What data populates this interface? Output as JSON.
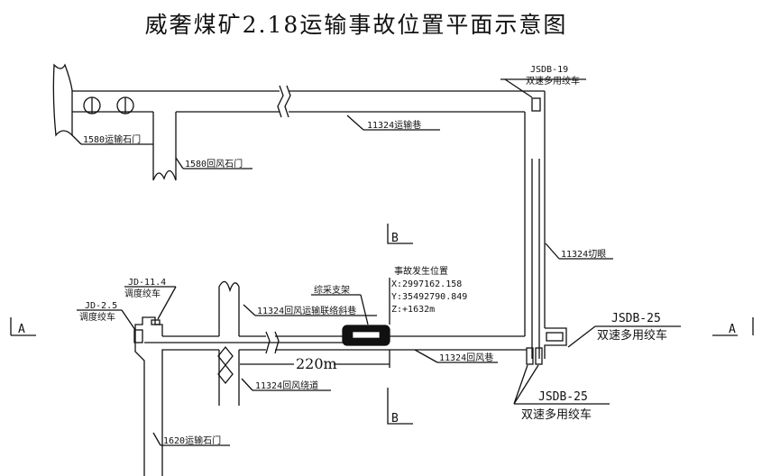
{
  "title": "威奢煤矿2.18运输事故位置平面示意图",
  "labels": {
    "jsdb19_code": "JSDB-19",
    "jsdb19_name": "双速多用绞车",
    "transport_roadway": "11324运输巷",
    "transport_crosscut_1580": "1580运输石门",
    "return_crosscut_1580": "1580回风石门",
    "cut_hole": "11324切眼",
    "accident_title": "事故发生位置",
    "accident_x": "X:2997162.158",
    "accident_y": "Y:35492790.849",
    "accident_z": "Z:+1632m",
    "support": "综采支架",
    "jd114_code": "JD-11.4",
    "jd114_name": "调度绞车",
    "jd25_code": "JD-2.5",
    "jd25_name": "调度绞车",
    "connecting_incline": "11324回风运输联络斜巷",
    "distance": "220m",
    "return_roadway": "11324回风巷",
    "return_bypass": "11324回风绕道",
    "jsdb25a_code": "JSDB-25",
    "jsdb25a_name": "双速多用绞车",
    "jsdb25b_code": "JSDB-25",
    "jsdb25b_name": "双速多用绞车",
    "transport_crosscut_1620": "1620运输石门",
    "section_a_left": "A",
    "section_a_right": "A",
    "section_b_top": "B",
    "section_b_bottom": "B"
  }
}
